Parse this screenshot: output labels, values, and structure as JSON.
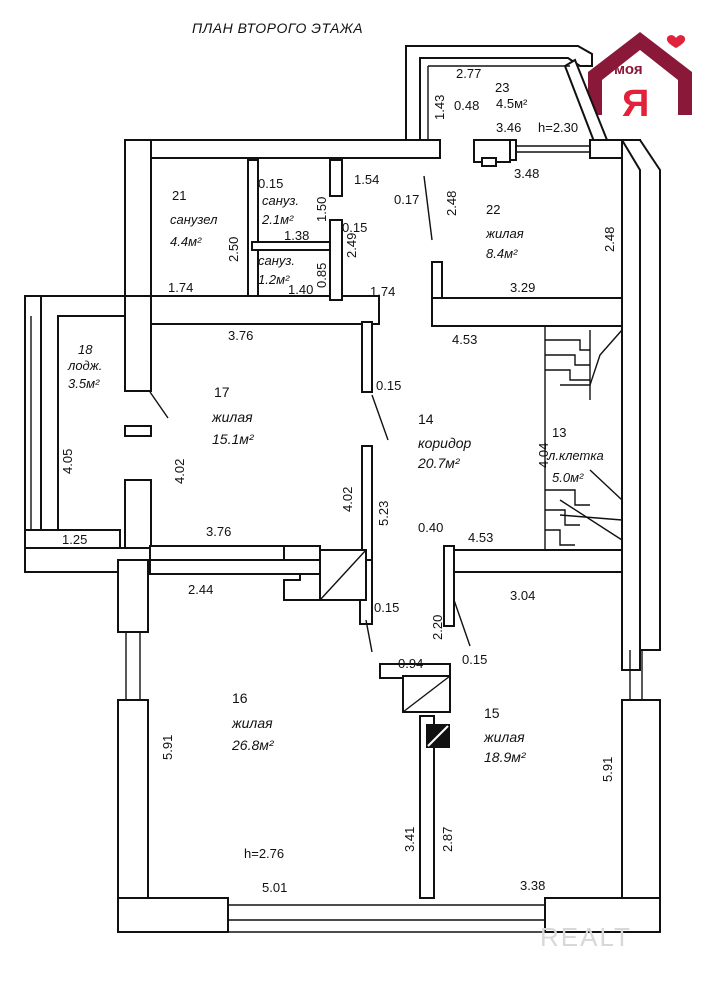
{
  "title": "ПЛАН ВТОРОГО ЭТАЖА",
  "logo": {
    "text": "моя",
    "letter": "Я",
    "color": "#8a1838",
    "heart_color": "#e0223a",
    "icon": "house-heart-logo-icon"
  },
  "watermark": "REALT",
  "rooms": [
    {
      "num": "23",
      "area": "4.5м²",
      "name": ""
    },
    {
      "num": "21",
      "area": "4.4м²",
      "name": "санузел"
    },
    {
      "num": "",
      "area": "2.1м²",
      "name": "сануз."
    },
    {
      "num": "",
      "area": "1.2м²",
      "name": "сануз."
    },
    {
      "num": "22",
      "area": "8.4м²",
      "name": "жилая"
    },
    {
      "num": "18",
      "area": "3.5м²",
      "name": "лодж."
    },
    {
      "num": "17",
      "area": "15.1м²",
      "name": "жилая"
    },
    {
      "num": "14",
      "area": "20.7м²",
      "name": "коридор"
    },
    {
      "num": "13",
      "area": "5.0м²",
      "name": "л.клетка"
    },
    {
      "num": "16",
      "area": "26.8м²",
      "name": "жилая"
    },
    {
      "num": "15",
      "area": "18.9м²",
      "name": "жилая"
    }
  ],
  "heights": [
    "h=2.30",
    "h=2.76"
  ],
  "dims": [
    "2.77",
    "1.43",
    "0.48",
    "3.46",
    "0.15",
    "1.54",
    "0.17",
    "2.48",
    "3.48",
    "1.50",
    "2.50",
    "1.38",
    "0.15",
    "2.49",
    "2.48",
    "0.85",
    "1.40",
    "1.74",
    "1.74",
    "3.29",
    "3.76",
    "4.53",
    "0.15",
    "4.05",
    "4.02",
    "4.04",
    "4.02",
    "5.23",
    "1.25",
    "3.76",
    "0.40",
    "4.53",
    "2.44",
    "0.15",
    "2.20",
    "3.04",
    "0.94",
    "0.15",
    "5.91",
    "5.91",
    "3.41",
    "2.87",
    "5.01",
    "3.38"
  ]
}
